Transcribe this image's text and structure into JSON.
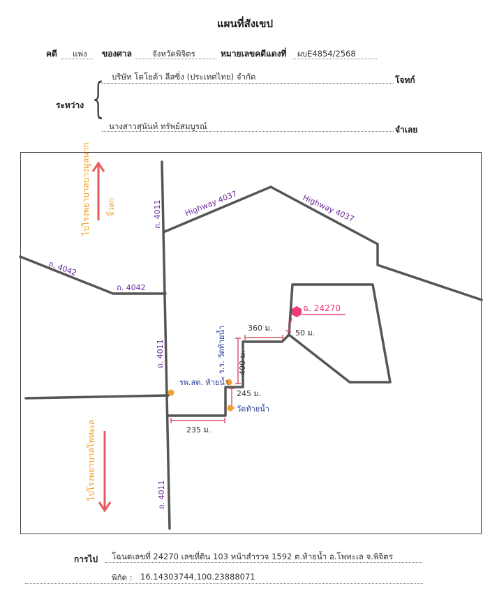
{
  "title": "แผนที่สังเขป",
  "case": {
    "label_case": "คดี",
    "case_type": "แพ่ง",
    "label_court": "ของศาล",
    "court": "จังหวัดพิจิตร",
    "label_red_number": "หมายเลขคดีแดงที่",
    "red_number": "ผบE4854/2568"
  },
  "parties": {
    "label_between": "ระหว่าง",
    "plaintiff": "บริษัท โตโยต้า ลีสซิ่ง (ประเทศไทย) จำกัด",
    "plaintiff_role": "โจทก์",
    "defendant": "นางสาวสุนันท์ ทรัพย์สมบูรณ์",
    "defendant_role": "จำเลย"
  },
  "map": {
    "road_4011": "ถ. 4011",
    "road_4042": "ถ. 4042",
    "highway_4037": "Highway 4037",
    "target_parcel": "ฉ. 24270",
    "to_north": "ไปโรงพยาบาลบางมูลนาก",
    "to_north_sub": "จิ๋วดก",
    "to_south": "ไปโรงพยาบาลโพทะเล",
    "school": "ร.ร. วัดท้ายน้ำ",
    "health_center": "รพ.สต. ท้ายน้ำ",
    "temple": "วัดท้ายน้ำ",
    "dist_235": "235 ม.",
    "dist_245": "245 ม.",
    "dist_400": "400 ม.",
    "dist_360": "360 ม.",
    "dist_50": "50 ม.",
    "colors": {
      "road": "#555555",
      "road_label": "#6a2a9a",
      "arrow": "#e85a5a",
      "arrow_text": "#f0a020",
      "marker": "#f0a030",
      "dimension": "#d8506a",
      "target": "#ee3a7a",
      "place_label": "#2a3a9a"
    }
  },
  "footer": {
    "label_route": "การไป",
    "route": "โฉนดเลขที่ 24270  เลขที่ดิน 103 หน้าสำรวจ 1592  ต.ท้ายน้ำ  อ.โพทะเล  จ.พิจิตร",
    "label_coords": "พิกัด :",
    "coords": "16.14303744,100.23888071"
  }
}
